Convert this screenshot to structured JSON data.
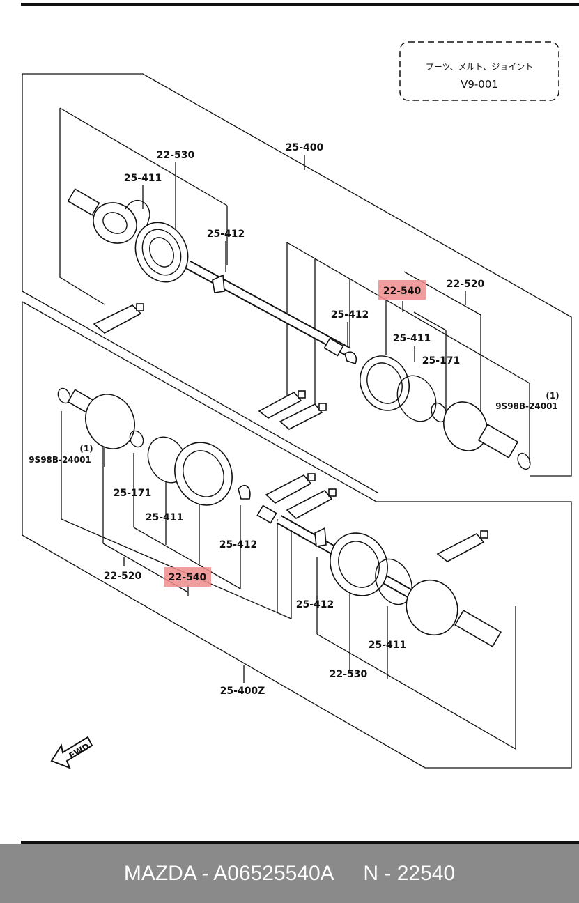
{
  "note": {
    "line1": "ブーツ、メルト、ジョイント",
    "line2": "V9-001"
  },
  "labels": {
    "l_25400": "25-400",
    "l_22530_top": "22-530",
    "l_25411_top": "25-411",
    "l_25412_top": "25-412",
    "l_22540_top": "22-540",
    "l_22520_top": "22-520",
    "l_25412_mid": "25-412",
    "l_25411_mid": "25-411",
    "l_25171_top": "25-171",
    "l_qty_right": "(1)",
    "l_9s98b_right": "9S98B-24001",
    "l_qty_left": "(1)",
    "l_9s98b_left": "9S98B-24001",
    "l_25171_bot": "25-171",
    "l_25411_bot": "25-411",
    "l_25412_bot": "25-412",
    "l_22520_bot": "22-520",
    "l_22540_bot": "22-540",
    "l_25412_bot2": "25-412",
    "l_25411_bot2": "25-411",
    "l_22530_bot": "22-530",
    "l_25400z": "25-400Z",
    "fwd": "FWD"
  },
  "highlight_color": "#f08c8c",
  "footer": {
    "brand": "MAZDA - A06525540A",
    "part": "N - 22540"
  }
}
